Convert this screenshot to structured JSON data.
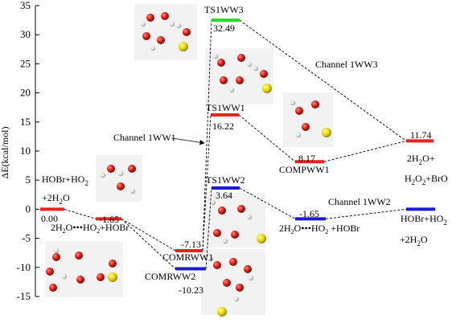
{
  "chart_data": {
    "type": "line",
    "ylabel": "ΔE(kcal/mol)",
    "ylim": [
      -15,
      35
    ],
    "yticks": [
      35,
      30,
      25,
      20,
      15,
      10,
      5,
      0,
      -5,
      -10,
      -15
    ],
    "stationary_points": [
      {
        "id": "reactants",
        "name": "HOBr+HO2+2H2O",
        "value": 0.0,
        "value_label": "0.00",
        "color": "#e8231f"
      },
      {
        "id": "pre_complex",
        "name": "2H2O•••HO2+HOBr",
        "value": -1.65,
        "value_label": "-1.65",
        "color": "#e8231f"
      },
      {
        "id": "comrww1",
        "name": "COMRWW1",
        "value": -7.13,
        "value_label": "-7.13",
        "color": "#e8231f"
      },
      {
        "id": "comrww2",
        "name": "COMRWW2",
        "value": -10.23,
        "value_label": "-10.23",
        "color": "#1a1ad4"
      },
      {
        "id": "ts1ww3",
        "name": "TS1WW3",
        "value": 32.49,
        "value_label": "32.49",
        "color": "#22dd22"
      },
      {
        "id": "ts1ww1",
        "name": "TS1WW1",
        "value": 16.22,
        "value_label": "16.22",
        "color": "#e8231f"
      },
      {
        "id": "ts1ww2",
        "name": "TS1WW2",
        "value": 3.64,
        "value_label": "3.64",
        "color": "#1a1ad4"
      },
      {
        "id": "compww1",
        "name": "COMPWW1",
        "value": 8.17,
        "value_label": "8.17",
        "color": "#e8231f"
      },
      {
        "id": "post_complex",
        "name": "2H2O•••HO2+HOBr",
        "value": -1.65,
        "value_label": "-1.65",
        "color": "#1a1ad4"
      },
      {
        "id": "prod_bro",
        "name": "2H2O+H2O2+BrO",
        "value": 11.74,
        "value_label": "11.74",
        "color": "#e8231f"
      },
      {
        "id": "prod_hobr",
        "name": "HOBr+HO2+2H2O",
        "value": 0.0,
        "value_label": "",
        "color": "#1a1ad4"
      }
    ],
    "channels": [
      {
        "name": "Channel 1WW1",
        "path": [
          "reactants",
          "pre_complex",
          "comrww1",
          "ts1ww1",
          "compww1",
          "prod_bro"
        ]
      },
      {
        "name": "Channel 1WW2",
        "path": [
          "reactants",
          "pre_complex",
          "comrww2",
          "ts1ww2",
          "post_complex",
          "prod_hobr"
        ]
      },
      {
        "name": "Channel 1WW3",
        "path": [
          "comrww1",
          "ts1ww3",
          "prod_bro"
        ]
      }
    ]
  },
  "labels": {
    "reactant_top": "HOBr+HO",
    "reactant_top_sub": "2",
    "reactant_bottom": "+2H",
    "reactant_bottom_sub": "2",
    "reactant_bottom_tail": "O",
    "pre_complex_a": "2H",
    "pre_complex_a_sub": "2",
    "pre_complex_b": "O•••HO",
    "pre_complex_b_sub": "2",
    "pre_complex_c": "+HOBr",
    "post_complex_a": "2H",
    "post_complex_a_sub": "2",
    "post_complex_b": "O•••HO",
    "post_complex_b_sub": "2",
    "post_complex_c": " +HOBr",
    "prod1_line1_a": "2H",
    "prod1_line1_sub": "2",
    "prod1_line1_b": "O+",
    "prod1_line2_a": "H",
    "prod1_line2_sub1": "2",
    "prod1_line2_b": "O",
    "prod1_line2_sub2": "2",
    "prod1_line2_c": "+BrO",
    "prod2_line1_a": "HOBr+HO",
    "prod2_line1_sub": "2",
    "prod2_line2_a": "+2H",
    "prod2_line2_sub": "2",
    "prod2_line2_b": "O",
    "channel_1ww1": "Channel 1WW1",
    "channel_1ww2": "Channel 1WW2",
    "channel_1ww3": "Channel 1WW3",
    "ts1ww3": "TS1WW3",
    "ts1ww1": "TS1WW1",
    "ts1ww2": "TS1WW2",
    "compww1": "COMPWW1",
    "comrww1": "COMRWW1",
    "comrww2": "COMRWW2"
  }
}
